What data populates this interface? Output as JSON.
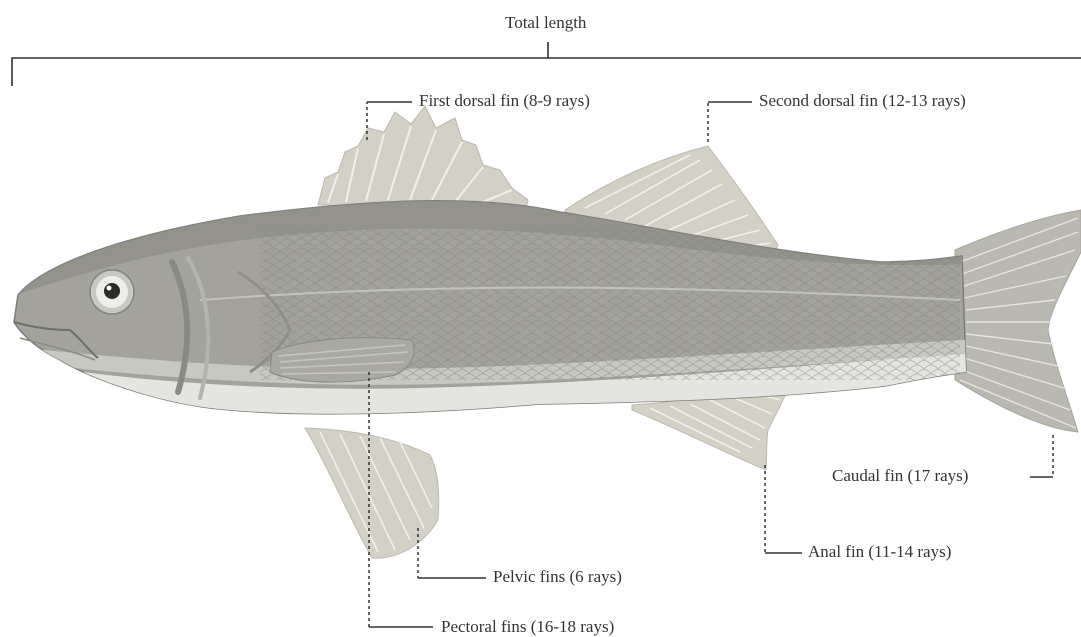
{
  "labels": {
    "total_length": "Total length",
    "first_dorsal": "First dorsal fin (8-9 rays)",
    "second_dorsal": "Second dorsal fin (12-13 rays)",
    "caudal": "Caudal fin (17 rays)",
    "anal": "Anal fin (11-14 rays)",
    "pelvic": "Pelvic fins (6 rays)",
    "pectoral": "Pectoral fins (16-18 rays)"
  },
  "colors": {
    "body": "#a3a39b",
    "back": "#8f8f88",
    "belly": "#e4e4e0",
    "fin": "#d3d0c6",
    "fin_ray": "#f2f0ea",
    "line": "#333333"
  }
}
